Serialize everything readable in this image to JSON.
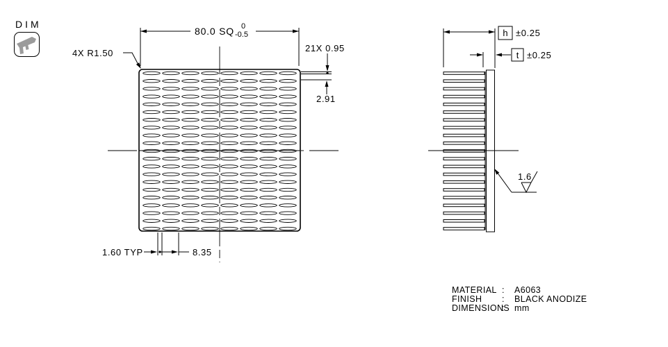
{
  "colors": {
    "background": "#ffffff",
    "line": "#000000",
    "icon_gray": "#9b9b9b"
  },
  "dim_badge": {
    "label": "DIM",
    "icon": "caliper-icon"
  },
  "front_view": {
    "width_dim": {
      "value": "80.0 SQ",
      "tol_upper": "0",
      "tol_lower": "-0.5"
    },
    "corner_radius_dim": "4X R1.50",
    "fin_count_dim": "21X 0.95",
    "fin_gap_dim": "2.91",
    "fin_pitch_dim": "1.60 TYP",
    "offset_dim": "8.35",
    "grid": {
      "rows": 21,
      "cols": 8
    }
  },
  "side_view": {
    "height_dim": {
      "symbol": "h",
      "tol": "±0.25"
    },
    "thickness_dim": {
      "symbol": "t",
      "tol": "±0.25"
    },
    "surface_finish": "1.6",
    "fin_count": 21
  },
  "notes": {
    "rows": [
      {
        "label": "MATERIAL",
        "sep": ":",
        "value": "A6063"
      },
      {
        "label": "FINISH",
        "sep": ":",
        "value": "BLACK ANODIZE"
      },
      {
        "label": "DIMENSIONS",
        "sep": ":",
        "value": "mm"
      }
    ]
  }
}
